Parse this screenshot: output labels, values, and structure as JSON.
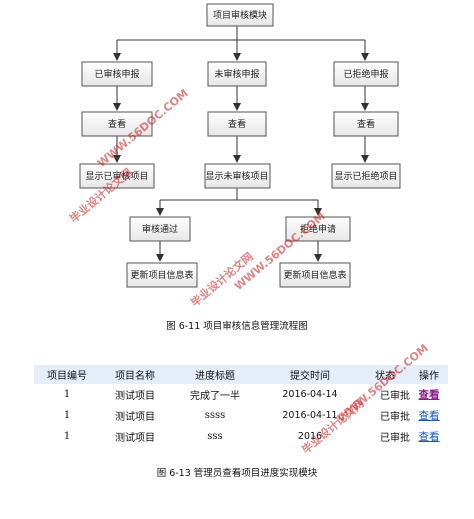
{
  "flowchart": {
    "nodes": {
      "root": "项目审核模块",
      "approved_report": "已审核申报",
      "unreviewed_report": "未审核申报",
      "rejected_report": "已拒绝申报",
      "view_left": "查看",
      "view_mid": "查看",
      "view_right": "查看",
      "show_approved": "显示已审核项目",
      "show_unreviewed": "显示未审核项目",
      "show_rejected": "显示已拒绝项目",
      "approve": "审核通过",
      "reject": "拒绝申请",
      "update_left": "更新项目信息表",
      "update_right": "更新项目信息表"
    },
    "caption": "图 6-11 项目审核信息管理流程图"
  },
  "table": {
    "headers": [
      "项目编号",
      "项目名称",
      "进度标题",
      "提交时间",
      "状态",
      "操作"
    ],
    "rows": [
      [
        "1",
        "测试项目",
        "完成了一半",
        "2016-04-14",
        "已审批",
        "查看"
      ],
      [
        "1",
        "测试项目",
        "ssss",
        "2016-04-11",
        "已审批",
        "查看"
      ],
      [
        "1",
        "测试项目",
        "sss",
        "2016",
        "已审批",
        "查看"
      ]
    ],
    "caption": "图 6-13 管理员查看项目进度实现模块"
  },
  "watermarks": {
    "url": "WWW.56DOC.COM",
    "site": "毕业设计论文网"
  },
  "colors": {
    "header_bg": "#e3eef9",
    "link": "#1a55b8",
    "link_visited": "#8b1a8b",
    "watermark": "#c81e1e"
  }
}
